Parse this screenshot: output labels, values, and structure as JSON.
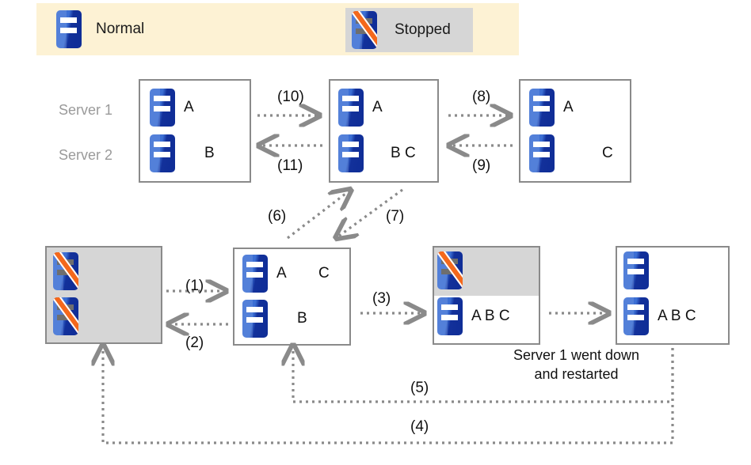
{
  "legend": {
    "normal": {
      "label": "Normal",
      "icon": "server-icon",
      "state": "normal"
    },
    "stopped": {
      "label": "Stopped",
      "icon": "server-stopped-icon",
      "state": "stopped"
    }
  },
  "row_labels": {
    "server1": "Server 1",
    "server2": "Server 2"
  },
  "boxes": {
    "top1": {
      "server1_letters": "A",
      "server2_letters": "B"
    },
    "top2": {
      "server1_letters": "A",
      "server2_letters": "B  C"
    },
    "top3": {
      "server1_letters": "A",
      "server2_letters": "C"
    },
    "bot1": {
      "server1_letters": "",
      "server2_letters": ""
    },
    "bot2": {
      "server1_letters": "A",
      "server1_letters_right": "C",
      "server2_letters": "B"
    },
    "bot3": {
      "server1_letters": "",
      "server2_letters": "A  B  C"
    },
    "bot4": {
      "server1_letters": "",
      "server2_letters": "A  B  C"
    }
  },
  "arrows": {
    "a1": "(1)",
    "a2": "(2)",
    "a3": "(3)",
    "a4": "(4)",
    "a5": "(5)",
    "a6": "(6)",
    "a7": "(7)",
    "a8": "(8)",
    "a9": "(9)",
    "a10": "(10)",
    "a11": "(11)"
  },
  "caption": {
    "line1": "Server 1 went down",
    "line2": "and restarted"
  },
  "colors": {
    "legend_bg": "#fdf2d4",
    "stopped_bg": "#d6d6d6",
    "box_border": "#8a8a8a",
    "server_blue": "#2f62cc",
    "server_dark_blue": "#0f2d96",
    "slash_orange": "#f4681c",
    "label_gray": "#9a9a9a",
    "arrow_gray": "#8a8a8a"
  }
}
